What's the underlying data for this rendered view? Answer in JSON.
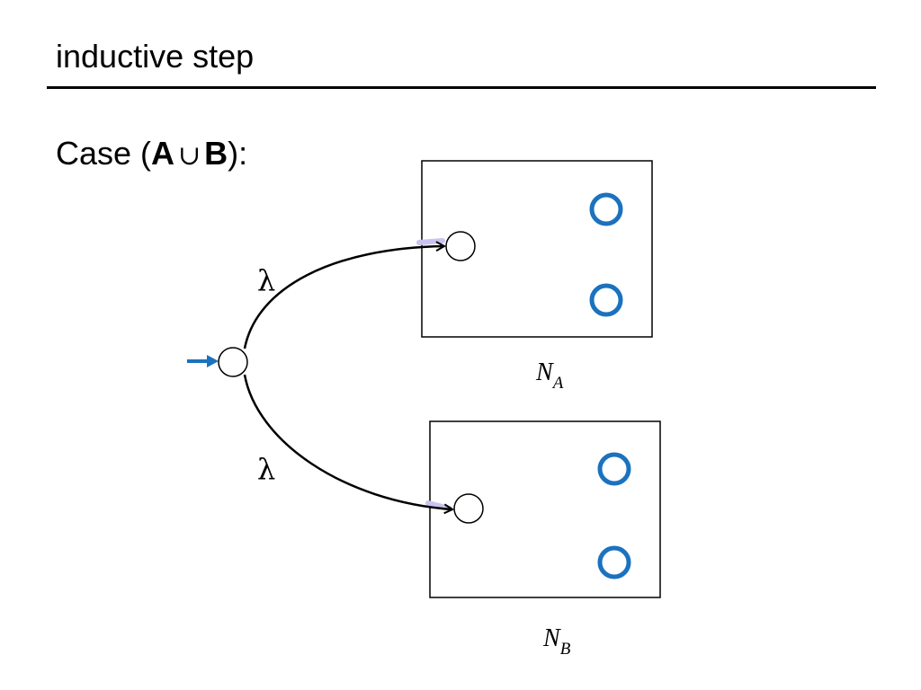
{
  "title": "inductive step",
  "case": {
    "prefix": "Case (",
    "left": "A",
    "operator": "∪",
    "right": "B",
    "suffix": "):"
  },
  "diagram": {
    "edge_label_top": "λ",
    "edge_label_bottom": "λ",
    "machine_a": {
      "name": "N",
      "subscript": "A"
    },
    "machine_b": {
      "name": "N",
      "subscript": "B"
    }
  },
  "colors": {
    "accept_state": "#1b72be",
    "start_arrow": "#1b72be",
    "arrow_shadow": "#c9c4ef"
  }
}
